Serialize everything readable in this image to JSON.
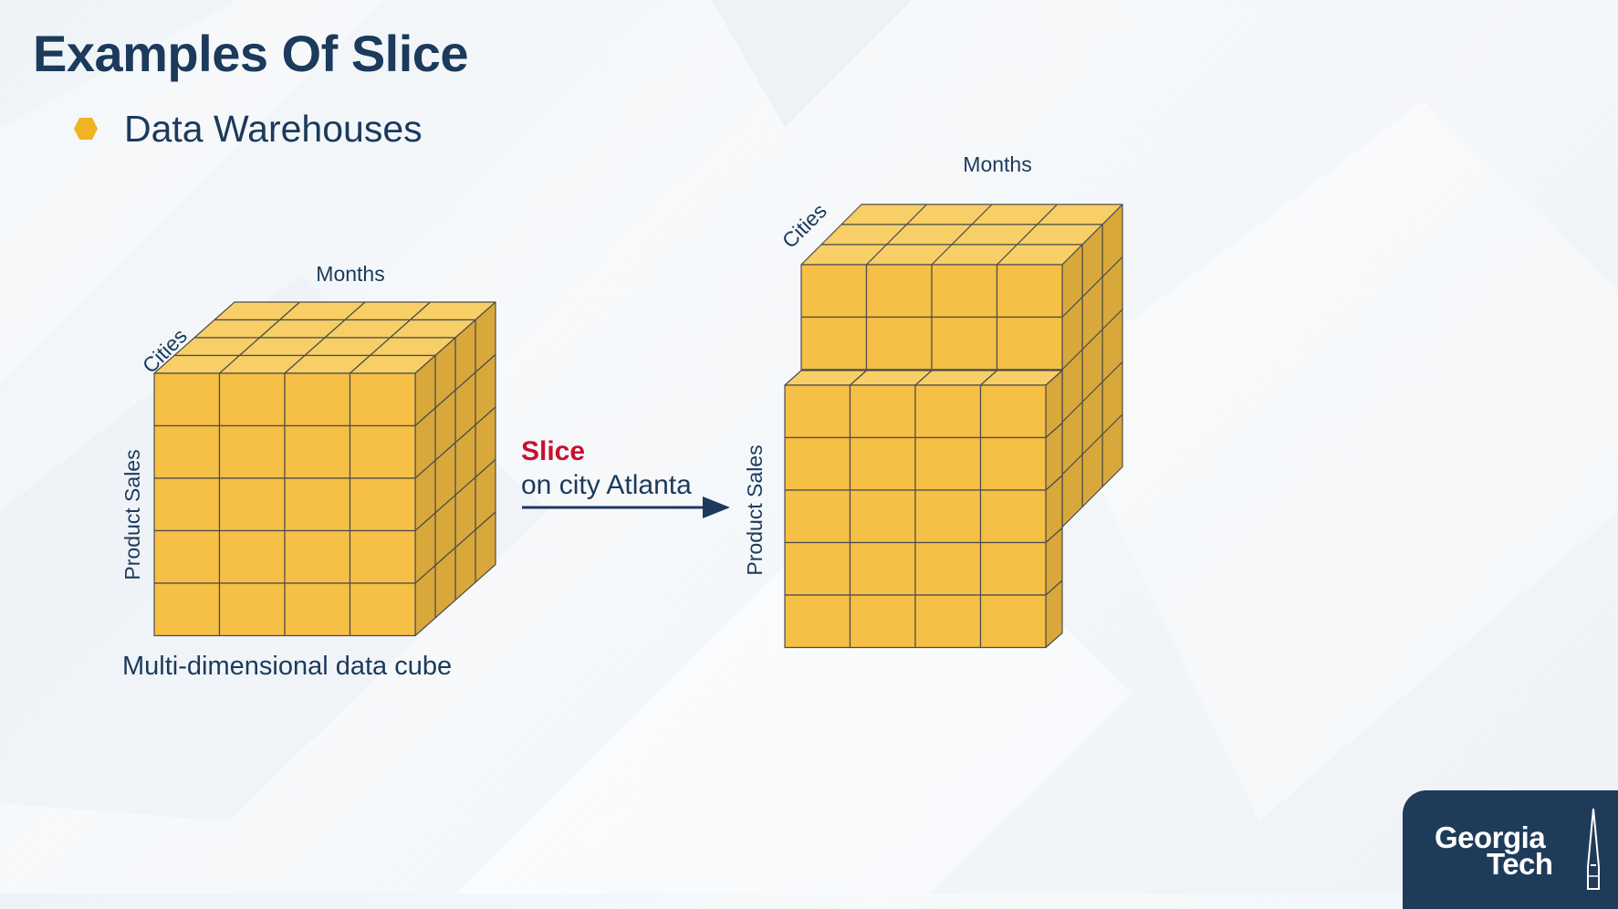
{
  "slide": {
    "title": "Examples Of Slice",
    "bullet": "Data Warehouses",
    "bullet_color": "#f0b323"
  },
  "left_cube": {
    "months_label": "Months",
    "cities_label": "Cities",
    "product_sales_label": "Product Sales",
    "caption": "Multi-dimensional  data cube"
  },
  "operation": {
    "slice_word": "Slice",
    "description": "on city Atlanta"
  },
  "right_cube": {
    "months_label": "Months",
    "cities_label": "Cities",
    "product_sales_label": "Product Sales"
  },
  "logo": {
    "line1": "Georgia",
    "line2": "Tech"
  },
  "colors": {
    "cube_front": "#f6bf45",
    "cube_top": "#f8cf67",
    "cube_side": "#d9a83a",
    "cube_edge": "#4d4d4d",
    "title": "#1b3a5c",
    "accent_red": "#c8102e",
    "logo_bg": "#1f3b5a"
  }
}
